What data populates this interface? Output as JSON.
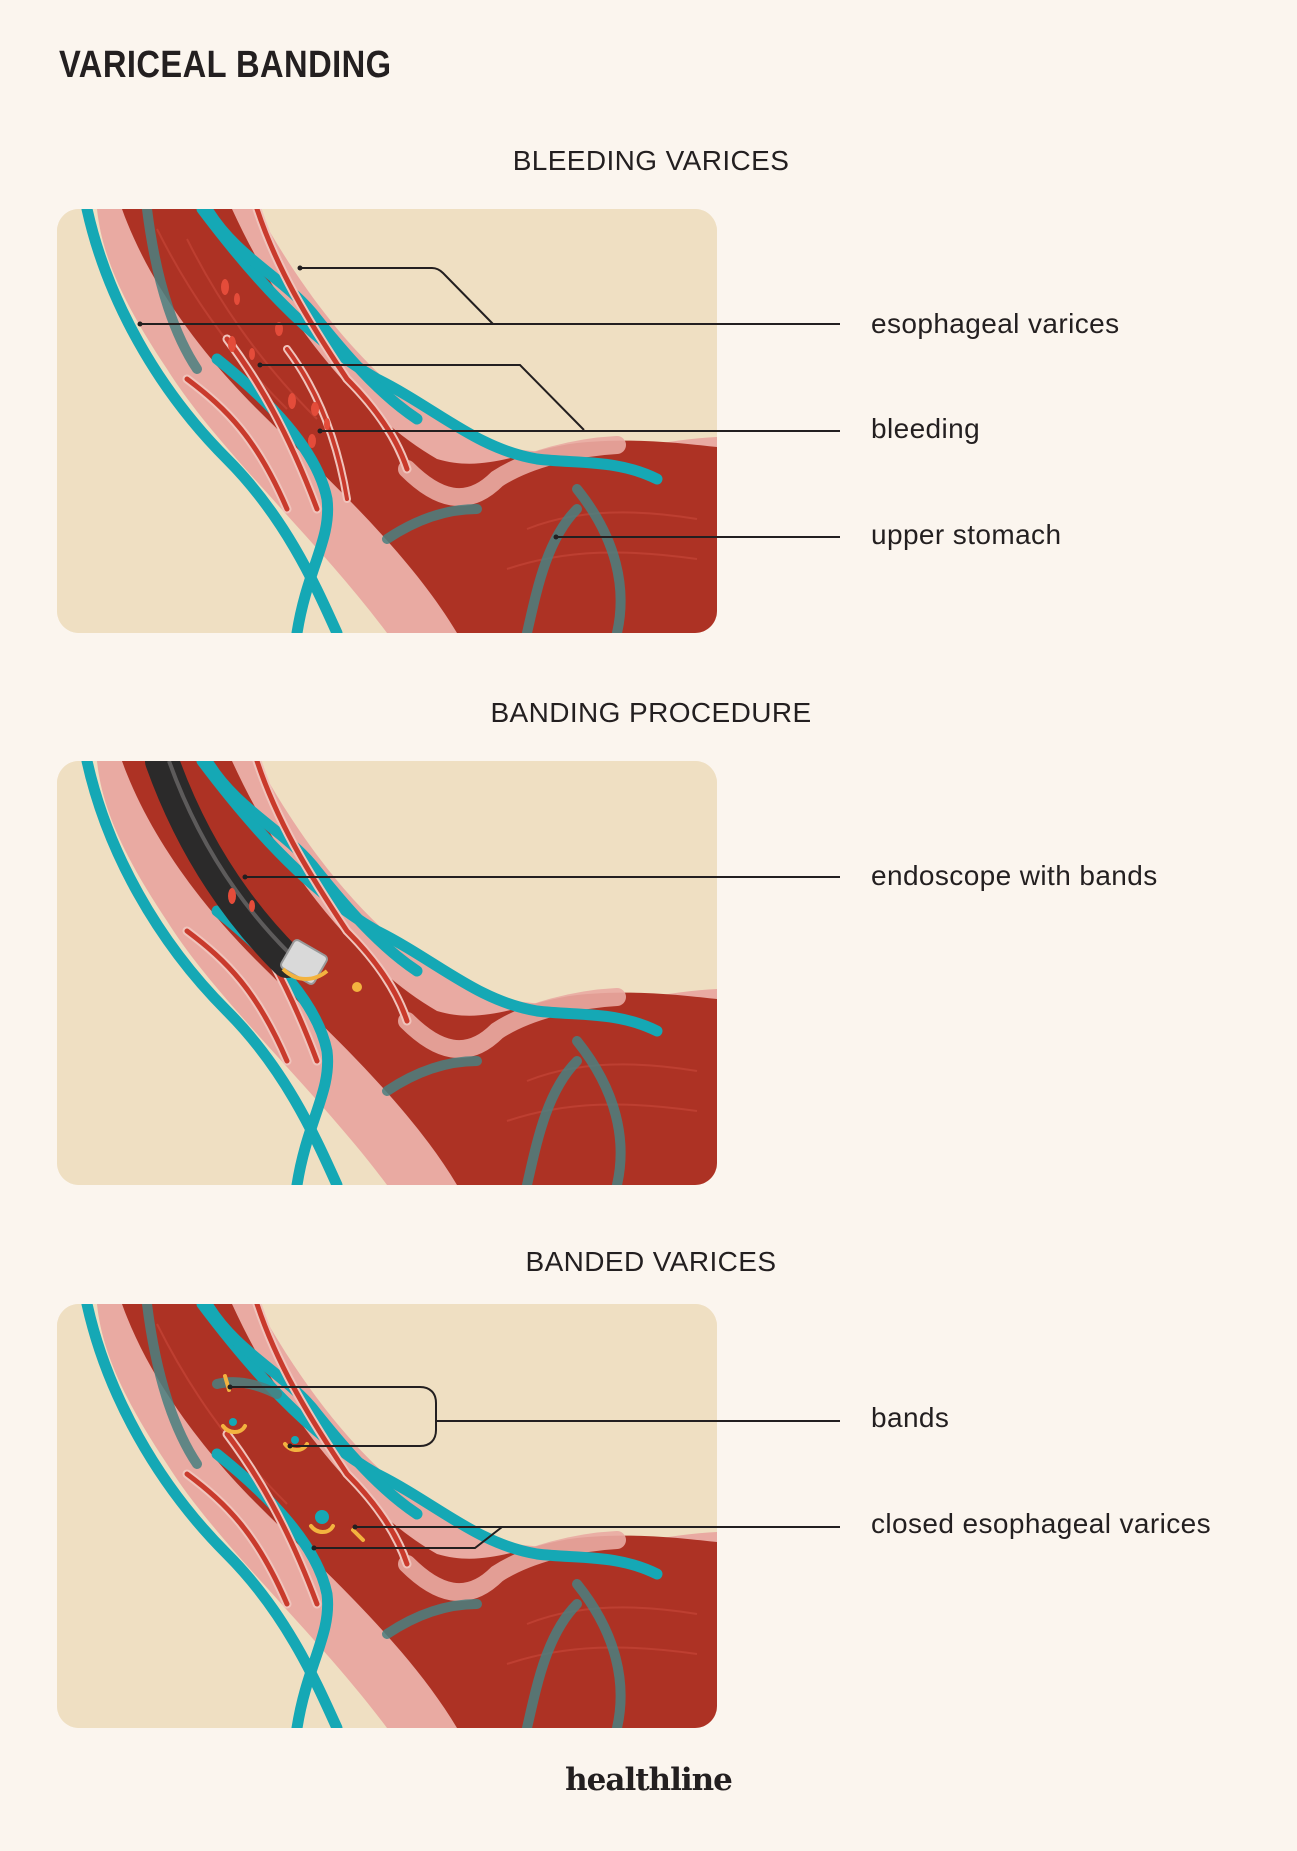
{
  "title": "VARICEAL BANDING",
  "sections": [
    {
      "title": "BLEEDING VARICES",
      "labels": [
        "esophageal varices",
        "bleeding",
        "upper stomach"
      ]
    },
    {
      "title": "BANDING PROCEDURE",
      "labels": [
        "endoscope with bands"
      ]
    },
    {
      "title": "BANDED VARICES",
      "labels": [
        "bands",
        "closed esophageal varices"
      ]
    }
  ],
  "brand": "healthline",
  "colors": {
    "background": "#fbf5ee",
    "panel": "#efdfc2",
    "tissue": "#ad3224",
    "mucosa": "#e9aaa2",
    "vein": "#15a8b5",
    "vein_dark": "#4a8080",
    "vessel_red": "#c93a2c",
    "band": "#f3b33f",
    "endoscope": "#2b2a2a",
    "text": "#231f20"
  },
  "icons": [
    "blood-droplet-icon",
    "rubber-band-icon",
    "endoscope-tip-icon"
  ]
}
